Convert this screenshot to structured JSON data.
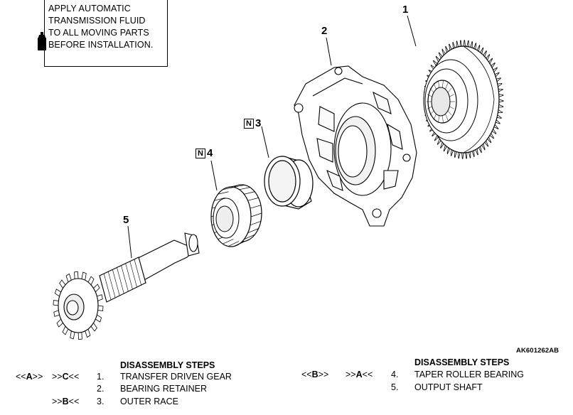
{
  "note": {
    "lines": [
      "APPLY AUTOMATIC",
      "TRANSMISSION FLUID",
      "TO ALL MOVING PARTS",
      "BEFORE INSTALLATION."
    ],
    "icon": "fluid-bottle-icon"
  },
  "callouts": {
    "c1": "1",
    "c2": "2",
    "c3": {
      "badge": "N",
      "num": "3"
    },
    "c4": {
      "badge": "N",
      "num": "4"
    },
    "c5": "5"
  },
  "figure_code": "AK601262AB",
  "steps_left": {
    "header": "DISASSEMBLY STEPS",
    "items": [
      {
        "code_a": "<<A>>",
        "code_b": ">>C<<",
        "num": "1.",
        "label": "TRANSFER DRIVEN GEAR"
      },
      {
        "code_a": "",
        "code_b": "",
        "num": "2.",
        "label": "BEARING RETAINER"
      },
      {
        "code_a": "",
        "code_b": ">>B<<",
        "num": "3.",
        "label": "OUTER RACE"
      }
    ]
  },
  "steps_right": {
    "header": "DISASSEMBLY STEPS",
    "items": [
      {
        "code_a": "<<B>>",
        "code_b": ">>A<<",
        "num": "4.",
        "label": "TAPER ROLLER BEARING"
      },
      {
        "code_a": "",
        "code_b": "",
        "num": "5.",
        "label": "OUTPUT SHAFT"
      }
    ]
  }
}
